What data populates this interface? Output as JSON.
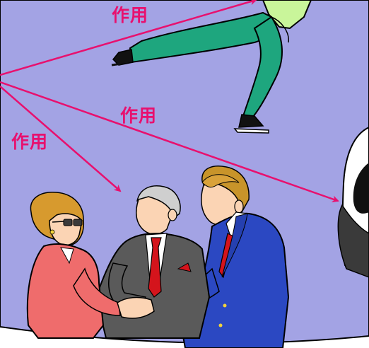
{
  "labels": {
    "top": "作用",
    "middle": "作用",
    "left": "作用"
  },
  "colors": {
    "background_panel": "#a3a3e4",
    "arrow": "#e8106e",
    "label_text": "#e8106e",
    "skater_suit": "#1ea67e",
    "woman_suit": "#ef6c6c",
    "older_man_suit": "#5a5a5a",
    "younger_man_suit": "#2b48c2",
    "tie": "#d4141c"
  },
  "icons": {
    "skater": "figure-skater-illustration",
    "handshake": "business-handshake-illustration",
    "fur": "fur-figure-illustration"
  }
}
